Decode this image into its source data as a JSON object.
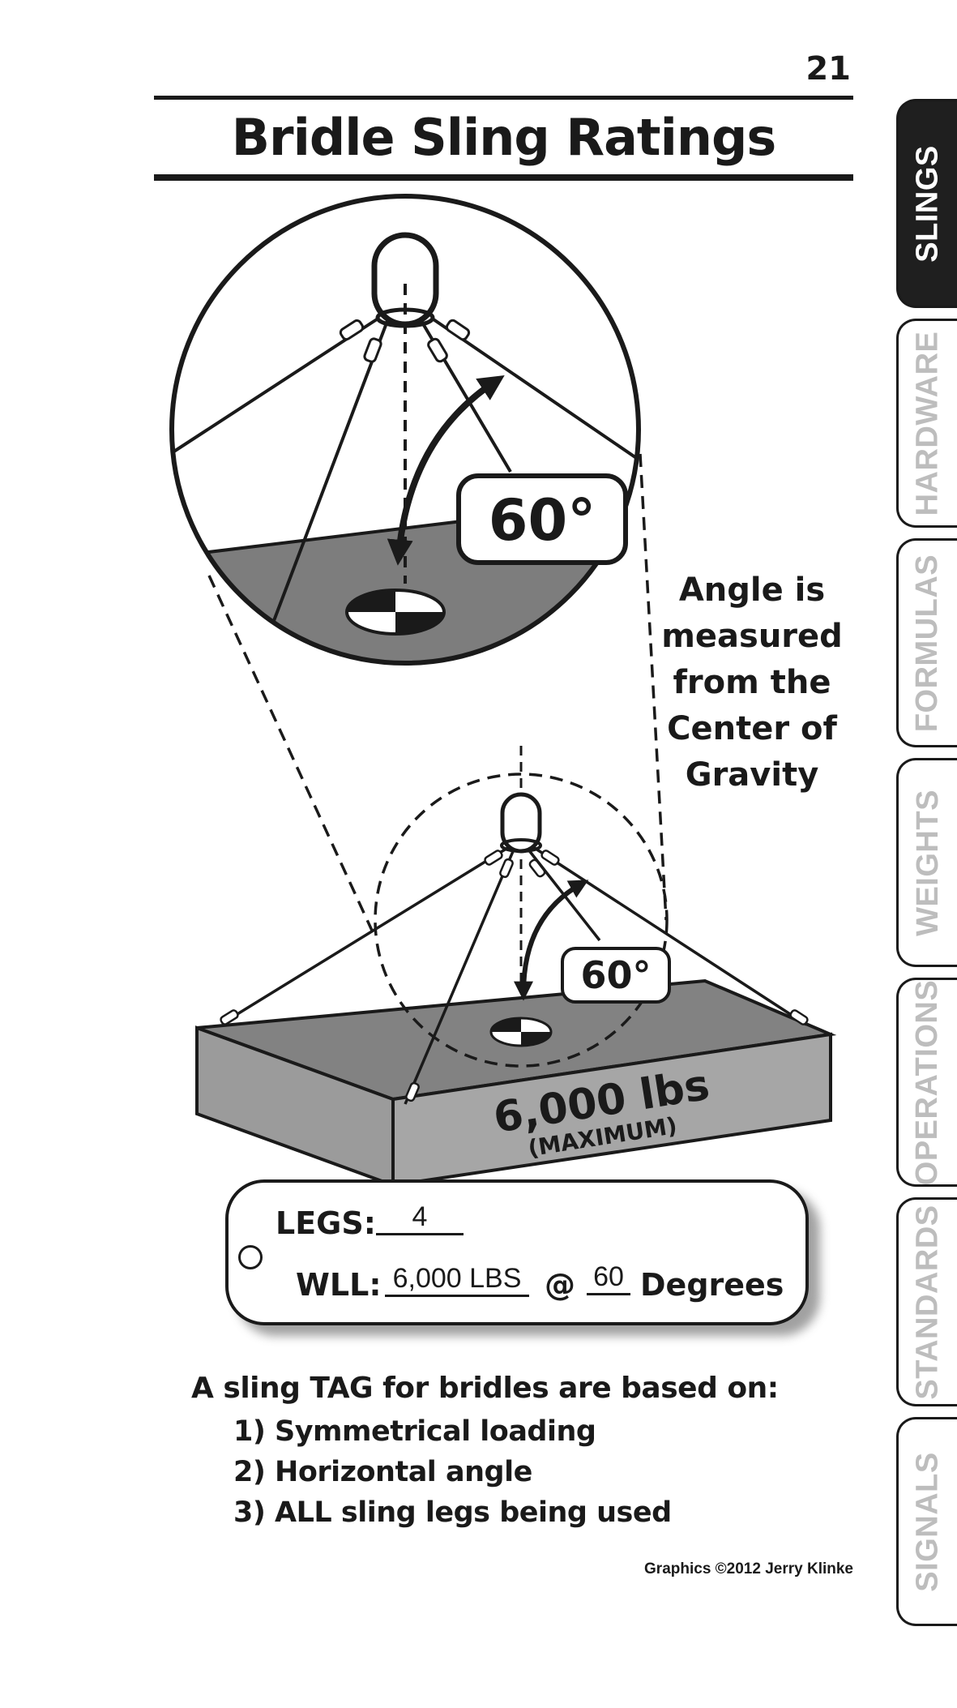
{
  "page_number": "21",
  "page_title": "Bridle Sling Ratings",
  "side_tabs": [
    {
      "label": "SLINGS",
      "active": true
    },
    {
      "label": "HARDWARE",
      "active": false
    },
    {
      "label": "FORMULAS",
      "active": false
    },
    {
      "label": "WEIGHTS",
      "active": false
    },
    {
      "label": "OPERATIONS",
      "active": false
    },
    {
      "label": "STANDARDS",
      "active": false
    },
    {
      "label": "SIGNALS",
      "active": false
    }
  ],
  "illustration": {
    "zoom_angle_label": "60°",
    "load_angle_label": "60°",
    "load_weight": "6,000 lbs",
    "load_weight_note": "(MAXIMUM)"
  },
  "angle_note": {
    "lines": [
      "Angle is",
      "measured",
      "from the",
      "Center of",
      "Gravity"
    ]
  },
  "sling_tag": {
    "legs_label": "LEGS:",
    "legs_value": "4",
    "wll_label": "WLL:",
    "wll_value": "6,000 LBS",
    "at_symbol": "@",
    "angle_value": "60",
    "degrees_label": "Degrees"
  },
  "bridle_note": {
    "heading": "A sling TAG for bridles are based on:",
    "items": [
      "1) Symmetrical loading",
      "2) Horizontal angle",
      "3) ALL sling legs being used"
    ]
  },
  "credit": "Graphics ©2012 Jerry Klinke",
  "colors": {
    "ink": "#1a1a1a",
    "active_tab": "#1f1f1f",
    "inactive_tab_text": "#bdbdbd",
    "load_top": "#828282",
    "load_side": "#a6a6a6",
    "floor": "#7d7d7d"
  }
}
